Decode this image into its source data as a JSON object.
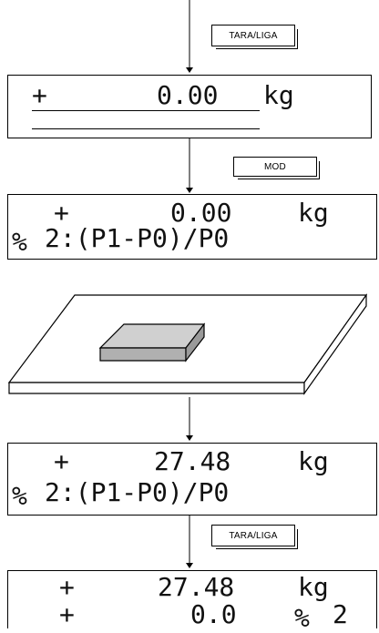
{
  "buttons": {
    "tara_1": "TARA/LIGA",
    "mod": "MOD",
    "tara_2": "TARA/LIGA"
  },
  "display_1": {
    "sign": "+",
    "weight": "0.00",
    "unit": "kg"
  },
  "display_2": {
    "sign": "+",
    "weight": "0.00",
    "unit": "kg",
    "mode_symbol": "%",
    "mode_text": "2:(P1-P0)/P0"
  },
  "display_3": {
    "sign": "+",
    "weight": "27.48",
    "unit": "kg",
    "mode_symbol": "%",
    "mode_text": "2:(P1-P0)/P0"
  },
  "display_4": {
    "sign": "+",
    "weight": "27.48",
    "unit": "kg",
    "sign_2": "+",
    "value_2": "0.0",
    "mode_symbol": "%",
    "mode_number": "2"
  }
}
